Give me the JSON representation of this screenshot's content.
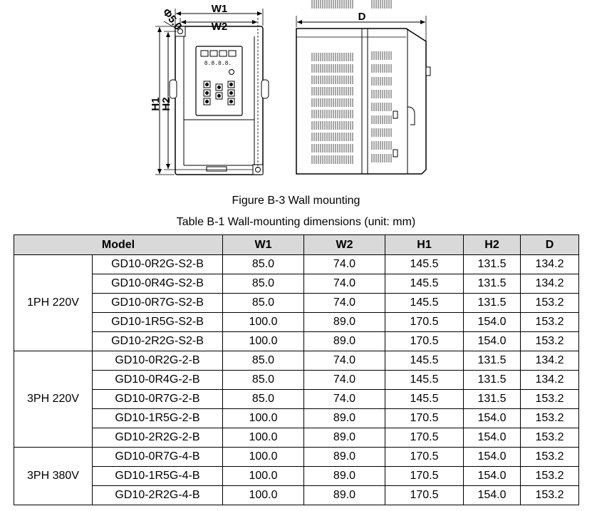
{
  "figure": {
    "labels": {
      "w1": "W1",
      "w2": "W2",
      "h1": "H1",
      "h2": "H2",
      "d": "D",
      "hole": "Φ5.0"
    },
    "keypad_display": "8.8.8.8."
  },
  "figure_caption": "Figure B-3 Wall mounting",
  "table_caption": "Table B-1 Wall-mounting dimensions (unit: mm)",
  "table": {
    "headers": [
      "Model",
      "W1",
      "W2",
      "H1",
      "H2",
      "D"
    ],
    "groups": [
      {
        "label": "1PH 220V",
        "rows": [
          [
            "GD10-0R2G-S2-B",
            "85.0",
            "74.0",
            "145.5",
            "131.5",
            "134.2"
          ],
          [
            "GD10-0R4G-S2-B",
            "85.0",
            "74.0",
            "145.5",
            "131.5",
            "134.2"
          ],
          [
            "GD10-0R7G-S2-B",
            "85.0",
            "74.0",
            "145.5",
            "131.5",
            "153.2"
          ],
          [
            "GD10-1R5G-S2-B",
            "100.0",
            "89.0",
            "170.5",
            "154.0",
            "153.2"
          ],
          [
            "GD10-2R2G-S2-B",
            "100.0",
            "89.0",
            "170.5",
            "154.0",
            "153.2"
          ]
        ]
      },
      {
        "label": "3PH 220V",
        "rows": [
          [
            "GD10-0R2G-2-B",
            "85.0",
            "74.0",
            "145.5",
            "131.5",
            "134.2"
          ],
          [
            "GD10-0R4G-2-B",
            "85.0",
            "74.0",
            "145.5",
            "131.5",
            "134.2"
          ],
          [
            "GD10-0R7G-2-B",
            "85.0",
            "74.0",
            "145.5",
            "131.5",
            "153.2"
          ],
          [
            "GD10-1R5G-2-B",
            "100.0",
            "89.0",
            "170.5",
            "154.0",
            "153.2"
          ],
          [
            "GD10-2R2G-2-B",
            "100.0",
            "89.0",
            "170.5",
            "154.0",
            "153.2"
          ]
        ]
      },
      {
        "label": "3PH 380V",
        "rows": [
          [
            "GD10-0R7G-4-B",
            "100.0",
            "89.0",
            "170.5",
            "154.0",
            "153.2"
          ],
          [
            "GD10-1R5G-4-B",
            "100.0",
            "89.0",
            "170.5",
            "154.0",
            "153.2"
          ],
          [
            "GD10-2R2G-4-B",
            "100.0",
            "89.0",
            "170.5",
            "154.0",
            "153.2"
          ]
        ]
      }
    ]
  }
}
